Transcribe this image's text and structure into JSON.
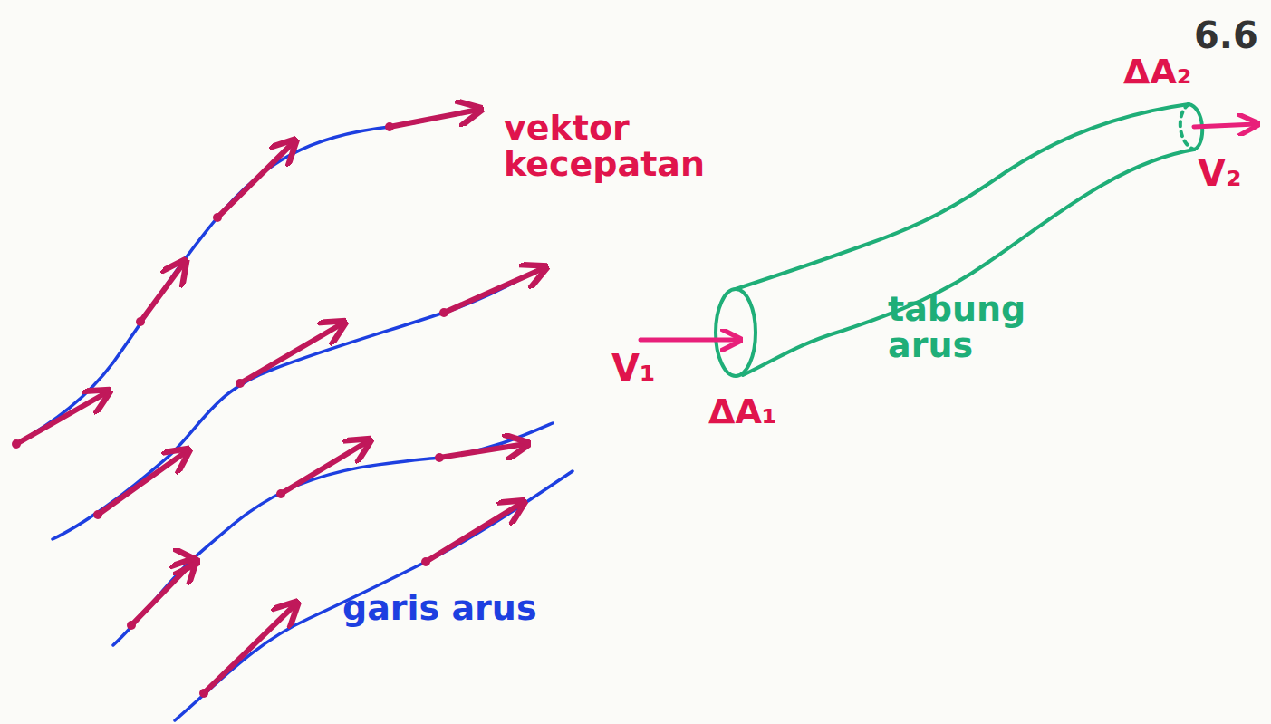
{
  "diagram": {
    "labels": [
      "6.6",
      "vektor kecepatan",
      "garis arus",
      "tabung arus",
      "V₁",
      "ΔA₁",
      "ΔA₂",
      "V₂"
    ]
  }
}
